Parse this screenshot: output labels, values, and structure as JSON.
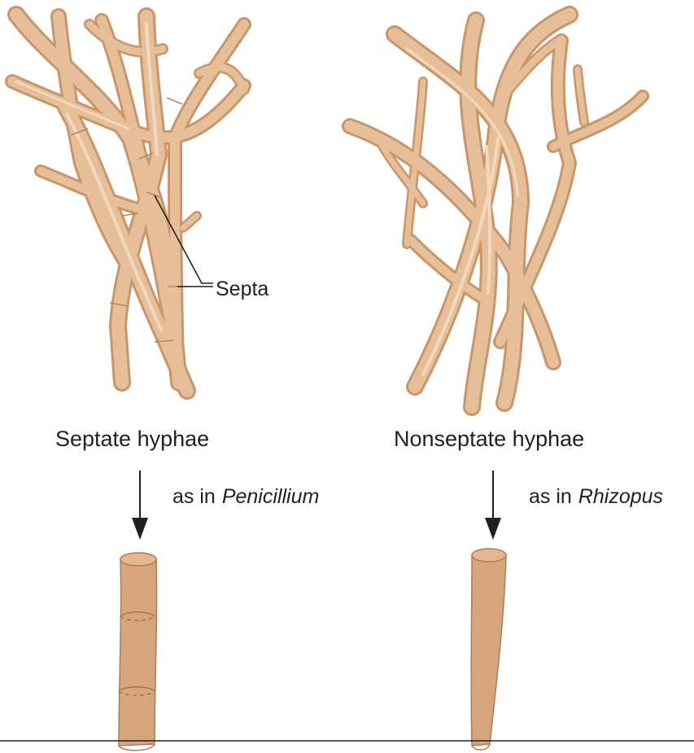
{
  "figure": {
    "left_panel": {
      "callout_label": "Septa",
      "caption": "Septate hyphae",
      "example_prefix": "as in",
      "example_genus": "Penicillium"
    },
    "right_panel": {
      "caption": "Nonseptate hyphae",
      "example_prefix": "as in",
      "example_genus": "Rhizopus"
    }
  },
  "colors": {
    "hypha_fill": "#e6bf98",
    "hypha_outline": "#c9956a",
    "hypha_highlight": "#f2d8bd",
    "tube_fill": "#d7a57d",
    "tube_outline": "#b07a52",
    "ink": "#231f20"
  }
}
